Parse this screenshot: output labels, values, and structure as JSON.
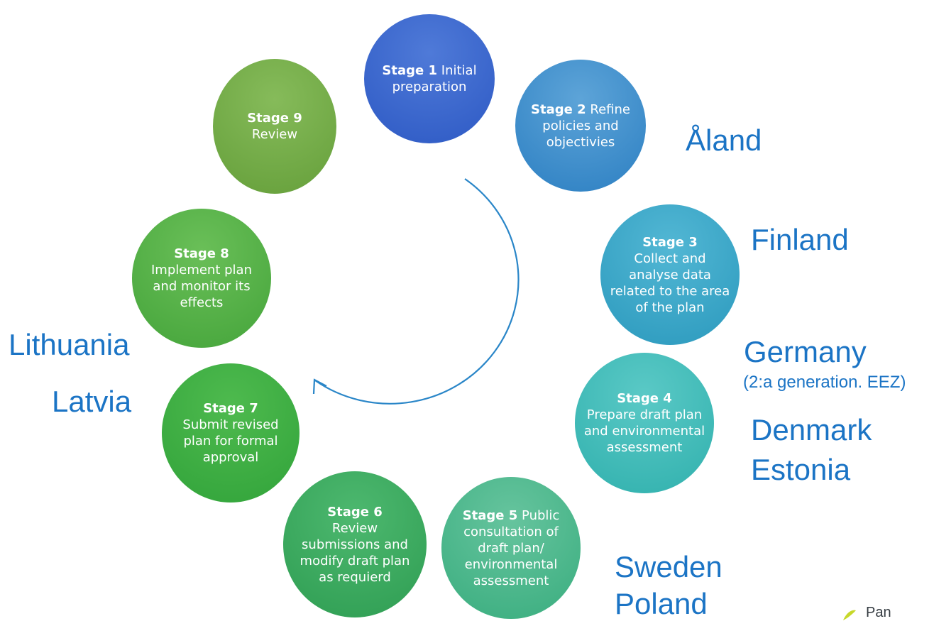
{
  "stages": [
    {
      "title": "Stage 1",
      "text": "Initial preparation"
    },
    {
      "title": "Stage 2",
      "text": "Refine policies and objectivies"
    },
    {
      "title": "Stage 3",
      "text": "Collect and analyse data related to the area of the plan"
    },
    {
      "title": "Stage 4",
      "text": "Prepare draft plan  and environmental assessment"
    },
    {
      "title": "Stage 5",
      "text": "Public consultation of draft plan/ environmental assessment"
    },
    {
      "title": "Stage 6",
      "text": "Review submissions and modify draft plan as requierd"
    },
    {
      "title": "Stage 7",
      "text": "Submit revised plan for formal approval"
    },
    {
      "title": "Stage 8",
      "text": "Implement plan and monitor its effects"
    },
    {
      "title": "Stage 9",
      "text": "Review"
    }
  ],
  "countries": {
    "aland": "Åland",
    "finland": "Finland",
    "germany": "Germany",
    "germany_note": "(2:a generation. EEZ)",
    "denmark": "Denmark",
    "estonia": "Estonia",
    "sweden": "Sweden",
    "poland": "Poland",
    "lithuania": "Lithuania",
    "latvia": "Latvia"
  },
  "logo_text": "Pan",
  "colors": {
    "country_text": "#1b74c5",
    "arc": "#2a86c8"
  }
}
